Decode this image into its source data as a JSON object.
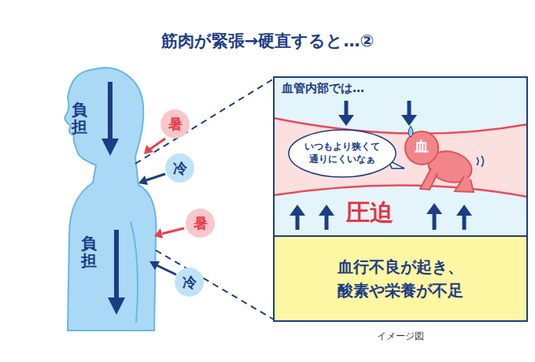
{
  "diagram": {
    "title": "筋肉が緊張→硬直すると…②",
    "caption": "イメージ図",
    "nodes": [
      {
        "text": [
          "暑"
        ]
      },
      {
        "text": [
          "冷"
        ]
      },
      {
        "text": [
          "暑"
        ]
      },
      {
        "text": [
          "冷"
        ]
      },
      {
        "text": [
          "血管内部では…"
        ]
      },
      {
        "text": [
          "いつもより狭くて 通りにくいなぁ"
        ],
        "in": 4
      },
      {
        "text": [
          "血行不良が起き、 酸素や栄養が不足"
        ]
      }
    ],
    "labels": [
      "負担",
      "負担",
      "血",
      "圧迫"
    ]
  }
}
